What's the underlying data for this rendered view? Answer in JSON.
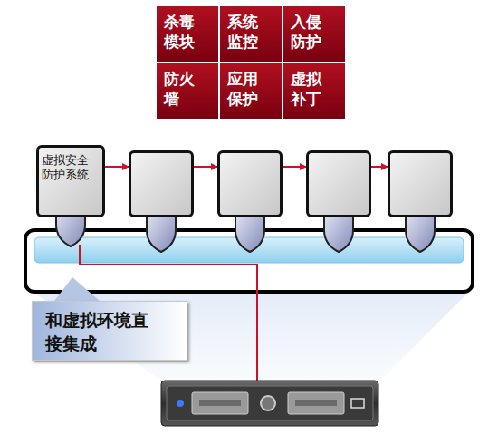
{
  "diagram": {
    "nodes": [
      {
        "text": [
          "杀毒模块"
        ]
      },
      {
        "text": [
          "系统监控"
        ]
      },
      {
        "text": [
          "入侵防护"
        ]
      },
      {
        "text": [
          "防火墙"
        ]
      },
      {
        "text": [
          "应用保护"
        ]
      },
      {
        "text": [
          "虚拟补丁"
        ]
      },
      {
        "text": [
          "虚拟安全防护系统"
        ]
      },
      {
        "text": []
      },
      {
        "text": []
      },
      {
        "text": []
      },
      {
        "text": []
      },
      {
        "text": [
          "和虚拟环境直接集成"
        ]
      }
    ],
    "edges": [
      {
        "from": 6,
        "to": 7,
        "arrow": "to"
      },
      {
        "from": 7,
        "to": 8,
        "arrow": "to"
      },
      {
        "from": 8,
        "to": 9,
        "arrow": "to"
      },
      {
        "from": 9,
        "to": 10,
        "arrow": "to"
      }
    ]
  }
}
